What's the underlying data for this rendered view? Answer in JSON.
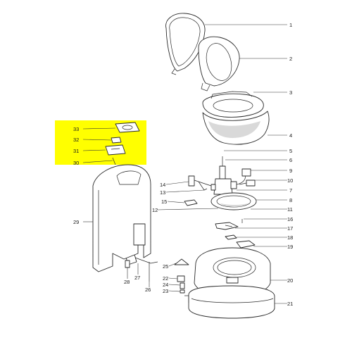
{
  "highlight_color": "#ffff00",
  "callouts": [
    {
      "id": "c1",
      "label": "1"
    },
    {
      "id": "c2",
      "label": "2"
    },
    {
      "id": "c3",
      "label": "3"
    },
    {
      "id": "c4",
      "label": "4"
    },
    {
      "id": "c5",
      "label": "5"
    },
    {
      "id": "c6",
      "label": "6"
    },
    {
      "id": "c7",
      "label": "7"
    },
    {
      "id": "c8",
      "label": "8"
    },
    {
      "id": "c9",
      "label": "9"
    },
    {
      "id": "c10",
      "label": "10"
    },
    {
      "id": "c11",
      "label": "11"
    },
    {
      "id": "c12",
      "label": "12"
    },
    {
      "id": "c13",
      "label": "13"
    },
    {
      "id": "c14",
      "label": "14"
    },
    {
      "id": "c15",
      "label": "15"
    },
    {
      "id": "c16",
      "label": "16"
    },
    {
      "id": "c17",
      "label": "17"
    },
    {
      "id": "c18",
      "label": "18"
    },
    {
      "id": "c19",
      "label": "19"
    },
    {
      "id": "c20",
      "label": "20"
    },
    {
      "id": "c21",
      "label": "21"
    },
    {
      "id": "c22",
      "label": "22"
    },
    {
      "id": "c23",
      "label": "23"
    },
    {
      "id": "c24",
      "label": "24"
    },
    {
      "id": "c25",
      "label": "25"
    },
    {
      "id": "c26",
      "label": "26"
    },
    {
      "id": "c27",
      "label": "27"
    },
    {
      "id": "c28",
      "label": "28"
    },
    {
      "id": "c29",
      "label": "29"
    },
    {
      "id": "c30",
      "label": "30"
    },
    {
      "id": "c31",
      "label": "31"
    },
    {
      "id": "c32",
      "label": "32"
    },
    {
      "id": "c33",
      "label": "33"
    }
  ]
}
